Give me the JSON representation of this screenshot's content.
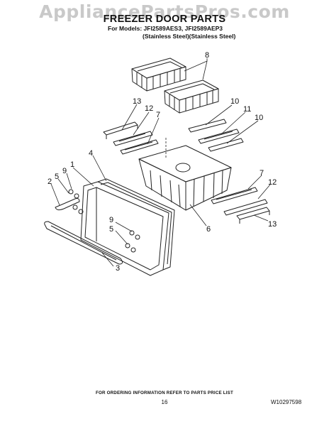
{
  "watermark": "AppliancePartsPros.com",
  "header": {
    "title": "FREEZER DOOR PARTS",
    "models": "For Models: JFI2589AES3, JFI2589AEP3",
    "finish": "(Stainless Steel)(Stainless Steel)"
  },
  "callouts": [
    "8",
    "13",
    "12",
    "7",
    "10",
    "11",
    "10",
    "4",
    "1",
    "9",
    "5",
    "2",
    "7",
    "12",
    "6",
    "13",
    "9",
    "5",
    "3"
  ],
  "footer": {
    "ordering_note": "FOR ORDERING INFORMATION REFER TO PARTS PRICE LIST",
    "page_number": "16",
    "document_number": "W10297598"
  }
}
